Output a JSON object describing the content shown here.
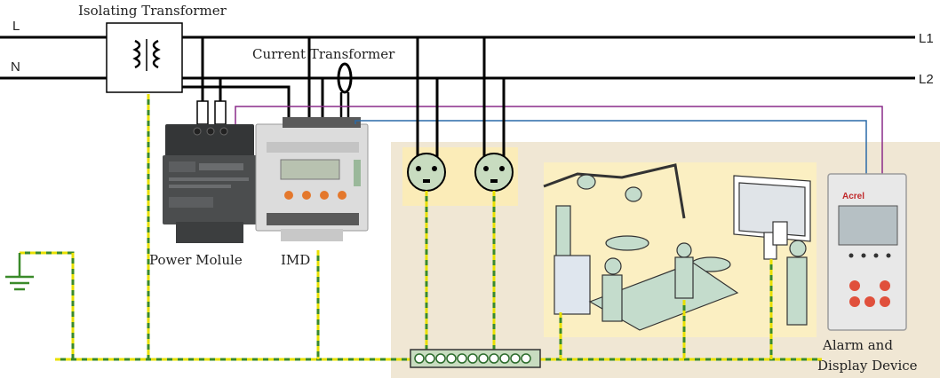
{
  "labels": {
    "isolating_transformer": "Isolating Transformer",
    "current_transformer": "Current Transformer",
    "power_module": "Power Molule",
    "imd": "IMD",
    "alarm_line1": "Alarm and",
    "alarm_line2": "Display Device"
  },
  "lines": {
    "left_top": "L",
    "left_bottom": "N",
    "right_top": "L1",
    "right_bottom": "L2"
  },
  "alarm_device": {
    "brand": "Acrel"
  },
  "colors": {
    "bus_line": "#000000",
    "ground_green": "#3a8a2a",
    "ground_yellow": "#e8e000",
    "room_background": "#f0e7d4",
    "socket_area": "#fbecb8",
    "signal_purple": "#8a2c8a",
    "signal_blue": "#2a6aa8",
    "imd_button": "#e4782c",
    "power_module_body": "#4b4d4e"
  },
  "icons": [
    "transformer-coil-icon",
    "current-transformer-ring-icon",
    "socket-icon",
    "ground-symbol-icon",
    "terminal-block-icon"
  ]
}
